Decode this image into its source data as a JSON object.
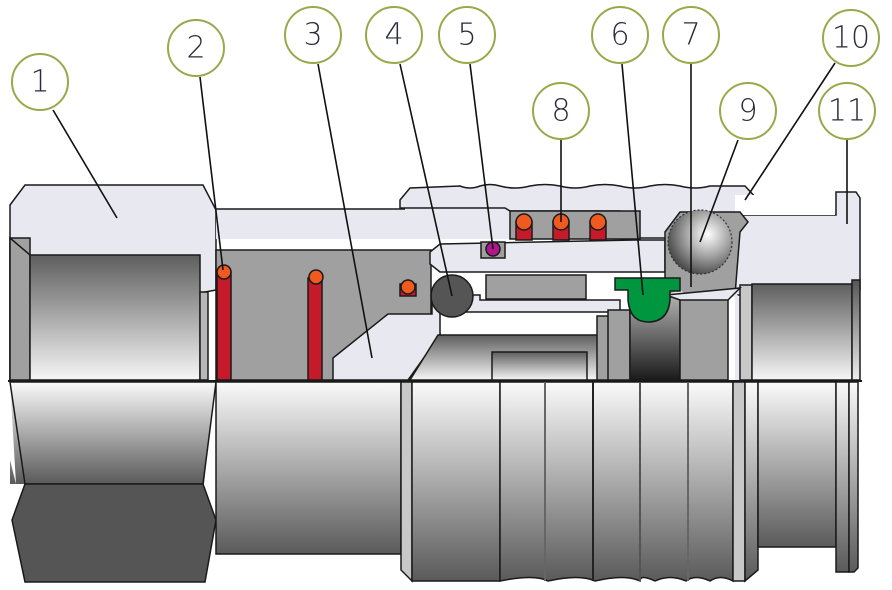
{
  "diagram": {
    "title": "Quick coupling cross-section",
    "callouts": [
      {
        "id": "1",
        "label": "1"
      },
      {
        "id": "2",
        "label": "2"
      },
      {
        "id": "3",
        "label": "3"
      },
      {
        "id": "4",
        "label": "4"
      },
      {
        "id": "5",
        "label": "5"
      },
      {
        "id": "6",
        "label": "6"
      },
      {
        "id": "7",
        "label": "7"
      },
      {
        "id": "8",
        "label": "8"
      },
      {
        "id": "9",
        "label": "9"
      },
      {
        "id": "10",
        "label": "10"
      },
      {
        "id": "11",
        "label": "11"
      }
    ],
    "colors": {
      "body_light": "#e8e8f0",
      "cavity_gray": "#9e9e9e",
      "dark_seal": "#555555",
      "spring_red": "#c41a2a",
      "ball_orange": "#f05a1e",
      "small_seal_magenta": "#b0178c",
      "seal_green": "#009640",
      "callout_ring": "#9aa84a"
    }
  }
}
